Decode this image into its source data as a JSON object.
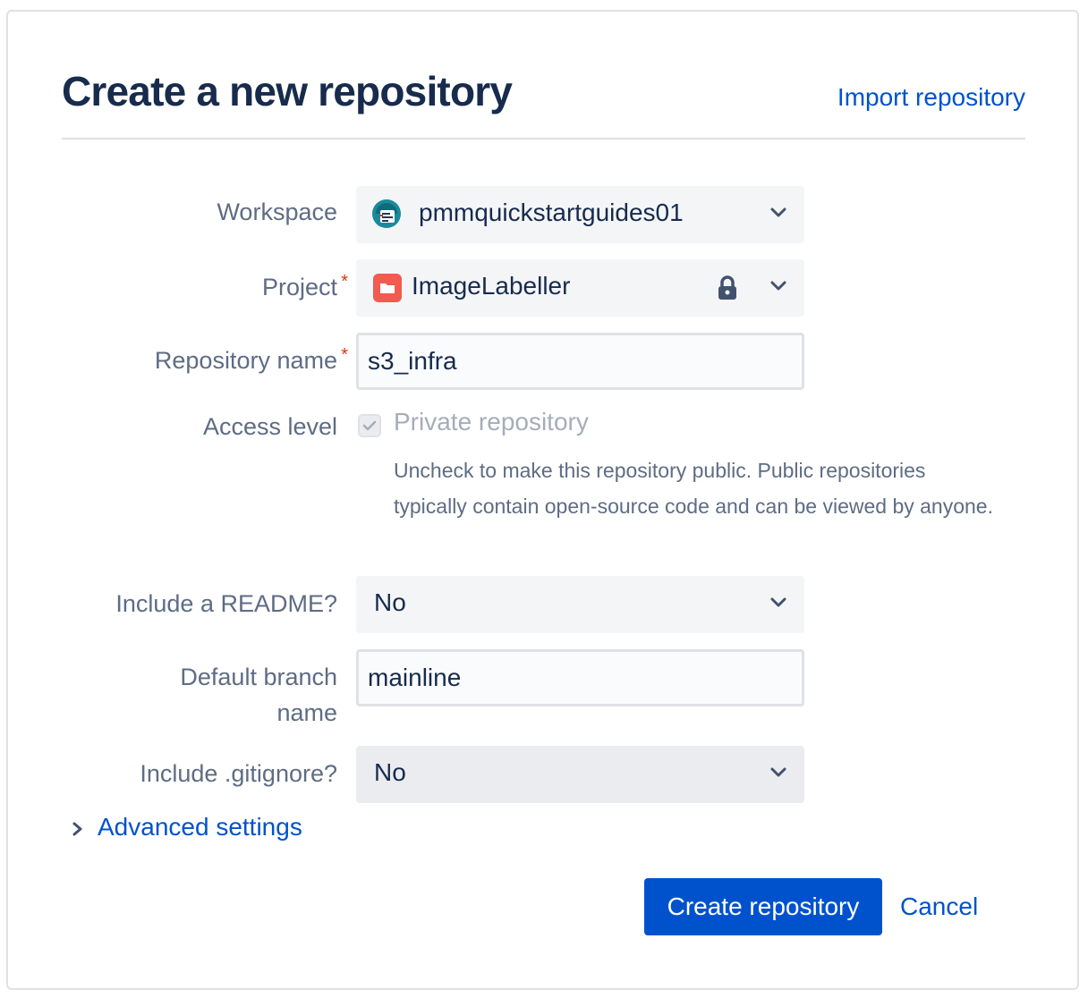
{
  "header": {
    "title": "Create a new repository",
    "import_link": "Import repository"
  },
  "form": {
    "workspace": {
      "label": "Workspace",
      "value": "pmmquickstartguides01",
      "icon": "workspace-avatar-icon"
    },
    "project": {
      "label": "Project",
      "required_mark": "*",
      "value": "ImageLabeller",
      "icon": "project-folder-icon",
      "locked": true
    },
    "repository_name": {
      "label": "Repository name",
      "required_mark": "*",
      "value": "s3_infra"
    },
    "access_level": {
      "label": "Access level",
      "checkbox_label": "Private repository",
      "checked": true,
      "disabled": true,
      "help_text": "Uncheck to make this repository public. Public repositories typically contain open-source code and can be viewed by anyone."
    },
    "readme": {
      "label": "Include a README?",
      "value": "No"
    },
    "default_branch": {
      "label_line1": "Default branch",
      "label_line2": "name",
      "value": "mainline"
    },
    "gitignore": {
      "label": "Include .gitignore?",
      "value": "No"
    },
    "advanced_settings": "Advanced settings"
  },
  "actions": {
    "create": "Create repository",
    "cancel": "Cancel"
  },
  "colors": {
    "primary": "#0052cc",
    "text": "#172b4d",
    "label": "#5e6c84",
    "required": "#de350b",
    "project_icon": "#f15b50"
  }
}
